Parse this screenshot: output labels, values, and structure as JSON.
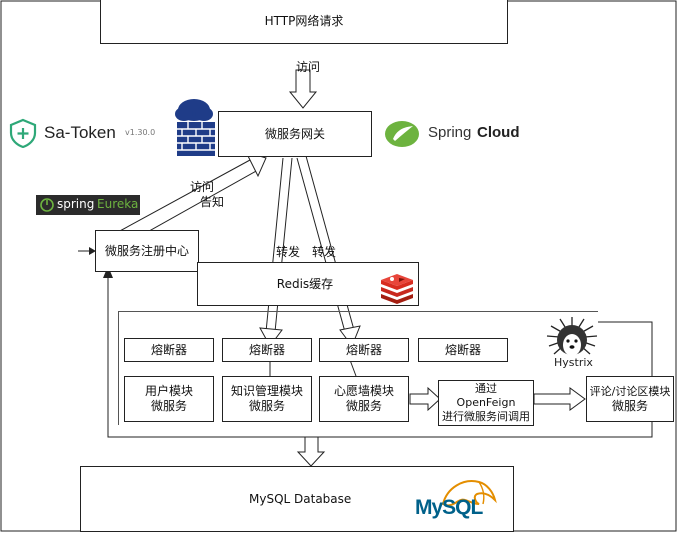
{
  "http_request": "HTTP网络请求",
  "visit_label": "访问",
  "gateway": "微服务网关",
  "registry": "微服务注册中心",
  "visit_notify_1": "访问",
  "visit_notify_2": "告知",
  "forward_1": "转发",
  "forward_2": "转发",
  "redis": "Redis缓存",
  "breakers": [
    "熔断器",
    "熔断器",
    "熔断器",
    "熔断器"
  ],
  "services": [
    {
      "line1": "用户模块",
      "line2": "微服务"
    },
    {
      "line1": "知识管理模块",
      "line2": "微服务"
    },
    {
      "line1": "心愿墙模块",
      "line2": "微服务"
    },
    {
      "line1": "评论/讨论区模块",
      "line2": "微服务"
    }
  ],
  "openfeign": {
    "line1": "通过",
    "line2": "OpenFeign",
    "line3": "进行微服务间调用"
  },
  "database": "MySQL Database",
  "logos": {
    "satoken": "Sa-Token",
    "satoken_version": "v1.30.0",
    "spring_cloud_1": "Spring",
    "spring_cloud_2": "Cloud",
    "spring_eureka_1": "spring",
    "spring_eureka_2": "Eureka",
    "hystrix": "Hystrix",
    "mysql": "MySQL"
  },
  "colors": {
    "satoken_green": "#2ea878",
    "spring_green": "#6db33f",
    "firewall_blue": "#1f3c88",
    "redis_red": "#c8281e",
    "mysql_blue": "#00618a",
    "mysql_orange": "#e48e00"
  }
}
